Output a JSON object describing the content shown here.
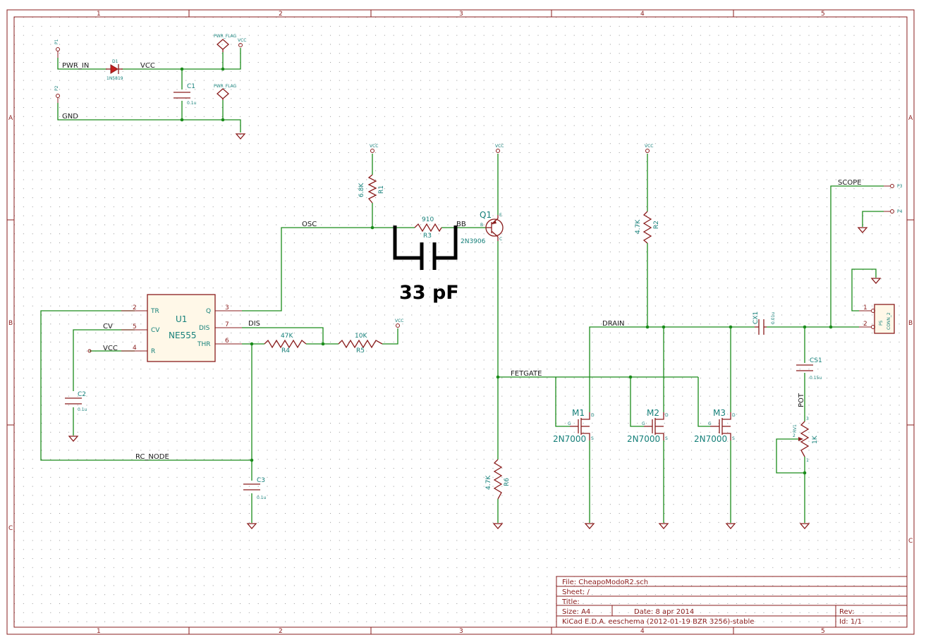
{
  "border": {
    "columns": [
      "1",
      "2",
      "3",
      "4",
      "5"
    ],
    "rows": [
      "A",
      "B",
      "C"
    ]
  },
  "components": {
    "P1": {
      "ref": "P1"
    },
    "P2": {
      "ref": "P2"
    },
    "P3": {
      "ref": "P3"
    },
    "P4": {
      "ref": "P4"
    },
    "D1": {
      "ref": "D1",
      "value": "1N5819"
    },
    "C1": {
      "ref": "C1",
      "value": "0.1u"
    },
    "C2": {
      "ref": "C2",
      "value": "0.1u"
    },
    "C3": {
      "ref": "C3",
      "value": "0.1u"
    },
    "R1": {
      "ref": "R1",
      "value": "6.8K"
    },
    "R2": {
      "ref": "R2",
      "value": "4.7K"
    },
    "R3": {
      "ref": "R3",
      "value": "910"
    },
    "R4": {
      "ref": "R4",
      "value": "47K"
    },
    "R5": {
      "ref": "R5",
      "value": "10K"
    },
    "R6": {
      "ref": "R6",
      "value": "4.7K"
    },
    "Q1": {
      "ref": "Q1",
      "value": "2N3906",
      "pins": [
        "B",
        "C",
        "E"
      ]
    },
    "U1": {
      "ref": "U1",
      "value": "NE555",
      "pins": {
        "tr": "TR",
        "cv": "CV",
        "r": "R",
        "q": "Q",
        "dis": "DIS",
        "thr": "THR"
      },
      "pin_numbers": {
        "tr": "2",
        "cv": "5",
        "r": "4",
        "q": "3",
        "dis": "7",
        "thr": "6"
      }
    },
    "M1": {
      "ref": "M1",
      "value": "2N7000"
    },
    "M2": {
      "ref": "M2",
      "value": "2N7000"
    },
    "M3": {
      "ref": "M3",
      "value": "2N7000"
    },
    "CX1": {
      "ref": "CX1",
      "value": "0.01u"
    },
    "CS1": {
      "ref": "CS1",
      "value": "0.15u"
    },
    "RV1": {
      "ref": "RV1",
      "value": "1K"
    },
    "P5": {
      "ref": "P5",
      "value": "CONN_2",
      "pin1": "1",
      "pin2": "2"
    },
    "pwr_flag": "PWR_FLAG",
    "vcc": "VCC",
    "fet_pins": {
      "g": "G",
      "d": "D",
      "s": "S"
    },
    "pin_numbers": {
      "one": "1",
      "two": "2",
      "three": "3"
    }
  },
  "nets": {
    "pwr_in": "PWR_IN",
    "vcc": "VCC",
    "gnd": "GND",
    "osc": "OSC",
    "bb": "BB",
    "cv": "CV",
    "vcc2": "VCC",
    "dis": "DIS",
    "rc_node": "RC_NODE",
    "fetgate": "FETGATE",
    "drain": "DRAIN",
    "scope": "SCOPE",
    "pot": "POT"
  },
  "annotation": {
    "text": "33 pF"
  },
  "title_block": {
    "file": "File: CheapoModoR2.sch",
    "sheet": "Sheet: /",
    "title": "Title:",
    "size": "Size: A4",
    "date": "Date: 8 apr 2014",
    "rev": "Rev:",
    "tool": "KiCad E.D.A.  eeschema (2012-01-19 BZR 3256)-stable",
    "id": "Id: 1/1"
  }
}
